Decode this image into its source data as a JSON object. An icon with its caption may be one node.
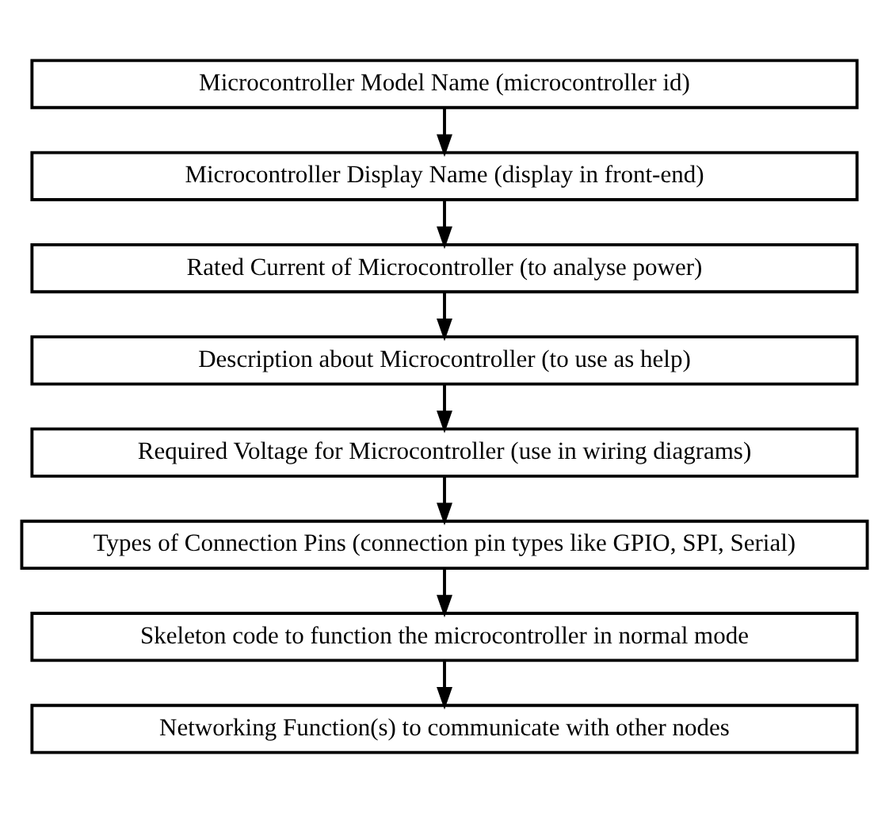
{
  "diagram": {
    "nodes": [
      {
        "text": [
          "Microcontroller Model Name (microcontroller id)"
        ]
      },
      {
        "text": [
          "Microcontroller Display Name (display in front-end)"
        ]
      },
      {
        "text": [
          "Rated Current of Microcontroller (to analyse power)"
        ]
      },
      {
        "text": [
          "Description about Microcontroller (to use as help)"
        ]
      },
      {
        "text": [
          "Required Voltage for Microcontroller (use in wiring diagrams)"
        ]
      },
      {
        "text": [
          "Types of Connection Pins (connection pin types like GPIO, SPI, Serial)"
        ]
      },
      {
        "text": [
          "Skeleton code to function the microcontroller in normal mode"
        ]
      },
      {
        "text": [
          "Networking Function(s) to communicate with other nodes"
        ]
      }
    ],
    "edges": [
      {
        "from": 0,
        "to": 1,
        "arrow": "to"
      },
      {
        "from": 1,
        "to": 2,
        "arrow": "to"
      },
      {
        "from": 2,
        "to": 3,
        "arrow": "to"
      },
      {
        "from": 3,
        "to": 4,
        "arrow": "to"
      },
      {
        "from": 4,
        "to": 5,
        "arrow": "to"
      },
      {
        "from": 5,
        "to": 6,
        "arrow": "to"
      },
      {
        "from": 6,
        "to": 7,
        "arrow": "to"
      }
    ]
  }
}
